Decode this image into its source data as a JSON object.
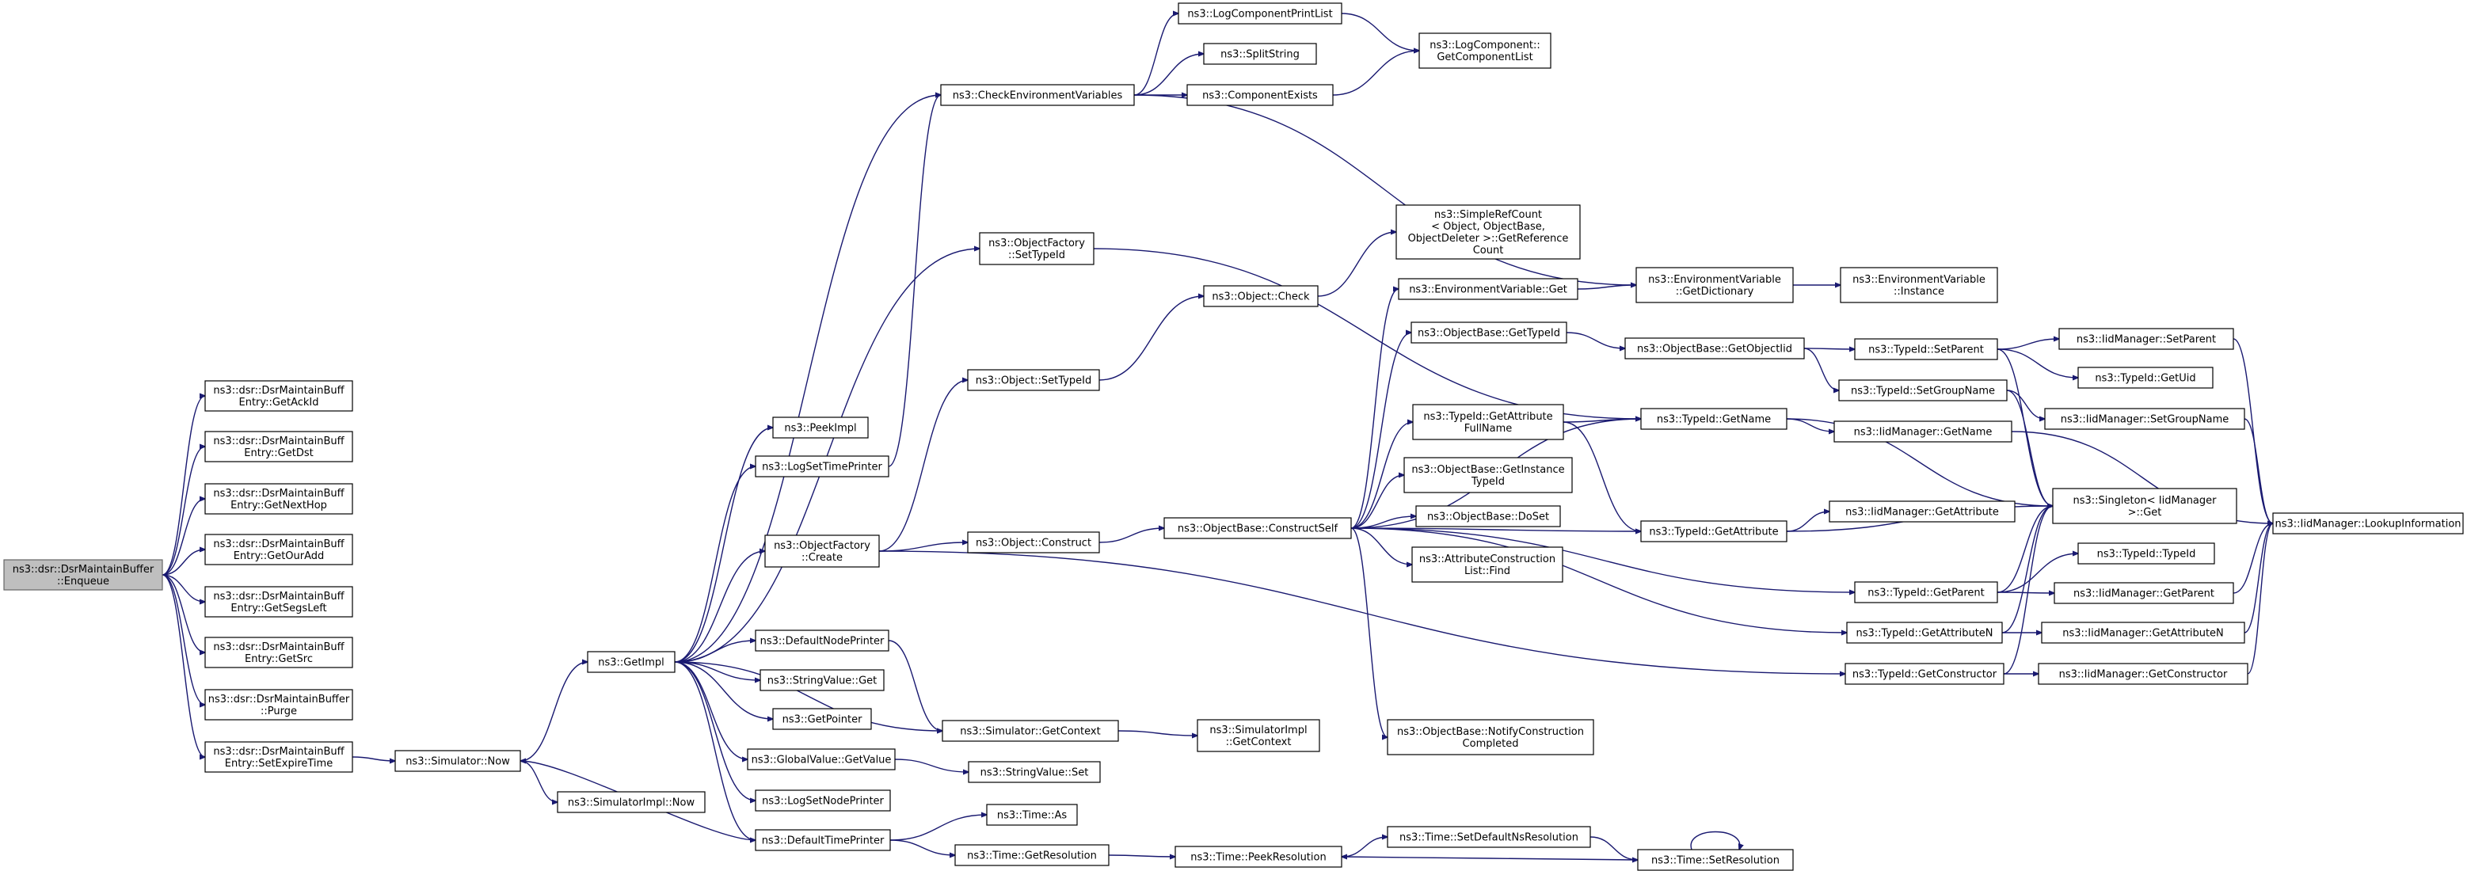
{
  "colors": {
    "edge": "#191970",
    "root_fill": "#bfbfbf",
    "node_fill": "#ffffff",
    "node_border": "#000000"
  },
  "nodes": [
    {
      "id": "enqueue",
      "root": true,
      "lines": [
        "ns3::dsr::DsrMaintainBuffer",
        "::Enqueue"
      ]
    },
    {
      "id": "getackid",
      "lines": [
        "ns3::dsr::DsrMaintainBuff",
        "Entry::GetAckId"
      ]
    },
    {
      "id": "getdst",
      "lines": [
        "ns3::dsr::DsrMaintainBuff",
        "Entry::GetDst"
      ]
    },
    {
      "id": "getnexthop",
      "lines": [
        "ns3::dsr::DsrMaintainBuff",
        "Entry::GetNextHop"
      ]
    },
    {
      "id": "getouradd",
      "lines": [
        "ns3::dsr::DsrMaintainBuff",
        "Entry::GetOurAdd"
      ]
    },
    {
      "id": "getsegsleft",
      "lines": [
        "ns3::dsr::DsrMaintainBuff",
        "Entry::GetSegsLeft"
      ]
    },
    {
      "id": "getsrc",
      "lines": [
        "ns3::dsr::DsrMaintainBuff",
        "Entry::GetSrc"
      ]
    },
    {
      "id": "purge",
      "lines": [
        "ns3::dsr::DsrMaintainBuffer",
        "::Purge"
      ]
    },
    {
      "id": "setexpiretime",
      "lines": [
        "ns3::dsr::DsrMaintainBuff",
        "Entry::SetExpireTime"
      ]
    },
    {
      "id": "simnow",
      "lines": [
        "ns3::Simulator::Now"
      ]
    },
    {
      "id": "getimpl",
      "lines": [
        "ns3::GetImpl"
      ]
    },
    {
      "id": "simimplnow",
      "lines": [
        "ns3::SimulatorImpl::Now"
      ]
    },
    {
      "id": "peekimpl",
      "lines": [
        "ns3::PeekImpl"
      ]
    },
    {
      "id": "logsettimeprinter",
      "lines": [
        "ns3::LogSetTimePrinter"
      ]
    },
    {
      "id": "ofcreate",
      "lines": [
        "ns3::ObjectFactory",
        "::Create"
      ]
    },
    {
      "id": "defaultnodeprinter",
      "lines": [
        "ns3::DefaultNodePrinter"
      ]
    },
    {
      "id": "stringvalueget",
      "lines": [
        "ns3::StringValue::Get"
      ]
    },
    {
      "id": "getpointer",
      "lines": [
        "ns3::GetPointer"
      ]
    },
    {
      "id": "globalvaluegetvalue",
      "lines": [
        "ns3::GlobalValue::GetValue"
      ]
    },
    {
      "id": "logsetnodeprinter",
      "lines": [
        "ns3::LogSetNodePrinter"
      ]
    },
    {
      "id": "defaulttimeprinter",
      "lines": [
        "ns3::DefaultTimePrinter"
      ]
    },
    {
      "id": "checkenv",
      "lines": [
        "ns3::CheckEnvironmentVariables"
      ]
    },
    {
      "id": "ofsettypeid",
      "lines": [
        "ns3::ObjectFactory",
        "::SetTypeId"
      ]
    },
    {
      "id": "objsettypeid",
      "lines": [
        "ns3::Object::SetTypeId"
      ]
    },
    {
      "id": "objconstruct",
      "lines": [
        "ns3::Object::Construct"
      ]
    },
    {
      "id": "simgetcontext",
      "lines": [
        "ns3::Simulator::GetContext"
      ]
    },
    {
      "id": "stringvalueset",
      "lines": [
        "ns3::StringValue::Set"
      ]
    },
    {
      "id": "timeas",
      "lines": [
        "ns3::Time::As"
      ]
    },
    {
      "id": "timegetres",
      "lines": [
        "ns3::Time::GetResolution"
      ]
    },
    {
      "id": "logcompprintlist",
      "lines": [
        "ns3::LogComponentPrintList"
      ]
    },
    {
      "id": "splitstring",
      "lines": [
        "ns3::SplitString"
      ]
    },
    {
      "id": "componentexists",
      "lines": [
        "ns3::ComponentExists"
      ]
    },
    {
      "id": "objcheck",
      "lines": [
        "ns3::Object::Check"
      ]
    },
    {
      "id": "obconstructself",
      "lines": [
        "ns3::ObjectBase::ConstructSelf"
      ]
    },
    {
      "id": "simimplgetcontext",
      "lines": [
        "ns3::SimulatorImpl",
        "::GetContext"
      ]
    },
    {
      "id": "timepeekres",
      "lines": [
        "ns3::Time::PeekResolution"
      ]
    },
    {
      "id": "logcompgetlist",
      "lines": [
        "ns3::LogComponent::",
        "GetComponentList"
      ]
    },
    {
      "id": "simplerefcount",
      "lines": [
        "ns3::SimpleRefCount",
        "< Object, ObjectBase,",
        "ObjectDeleter >::GetReference",
        "Count"
      ]
    },
    {
      "id": "envvarget",
      "lines": [
        "ns3::EnvironmentVariable::Get"
      ]
    },
    {
      "id": "obgettypeid",
      "lines": [
        "ns3::ObjectBase::GetTypeId"
      ]
    },
    {
      "id": "tidgetattrfullname",
      "lines": [
        "ns3::TypeId::GetAttribute",
        "FullName"
      ]
    },
    {
      "id": "obgetinstancetypeid",
      "lines": [
        "ns3::ObjectBase::GetInstance",
        "TypeId"
      ]
    },
    {
      "id": "obdoset",
      "lines": [
        "ns3::ObjectBase::DoSet"
      ]
    },
    {
      "id": "attrconstructlistfind",
      "lines": [
        "ns3::AttributeConstruction",
        "List::Find"
      ]
    },
    {
      "id": "obnotifyconstruction",
      "lines": [
        "ns3::ObjectBase::NotifyConstruction",
        "Completed"
      ]
    },
    {
      "id": "timesetdefaultnsres",
      "lines": [
        "ns3::Time::SetDefaultNsResolution"
      ]
    },
    {
      "id": "envvargetdict",
      "lines": [
        "ns3::EnvironmentVariable",
        "::GetDictionary"
      ]
    },
    {
      "id": "obgetobjectiid",
      "lines": [
        "ns3::ObjectBase::GetObjectIid"
      ]
    },
    {
      "id": "tidgetname",
      "lines": [
        "ns3::TypeId::GetName"
      ]
    },
    {
      "id": "tidgetattribute",
      "lines": [
        "ns3::TypeId::GetAttribute"
      ]
    },
    {
      "id": "envvarinstance",
      "lines": [
        "ns3::EnvironmentVariable",
        "::Instance"
      ]
    },
    {
      "id": "tidsetparent",
      "lines": [
        "ns3::TypeId::SetParent"
      ]
    },
    {
      "id": "tidsetgroupname",
      "lines": [
        "ns3::TypeId::SetGroupName"
      ]
    },
    {
      "id": "iidgetname",
      "lines": [
        "ns3::IidManager::GetName"
      ]
    },
    {
      "id": "iidgetattribute",
      "lines": [
        "ns3::IidManager::GetAttribute"
      ]
    },
    {
      "id": "tidgetparent",
      "lines": [
        "ns3::TypeId::GetParent"
      ]
    },
    {
      "id": "tidgetattributen",
      "lines": [
        "ns3::TypeId::GetAttributeN"
      ]
    },
    {
      "id": "tidgetconstructor",
      "lines": [
        "ns3::TypeId::GetConstructor"
      ]
    },
    {
      "id": "timesetres",
      "lines": [
        "ns3::Time::SetResolution"
      ]
    },
    {
      "id": "iidsetparent",
      "lines": [
        "ns3::IidManager::SetParent"
      ]
    },
    {
      "id": "tidgetuid",
      "lines": [
        "ns3::TypeId::GetUid"
      ]
    },
    {
      "id": "iidsetgroupname",
      "lines": [
        "ns3::IidManager::SetGroupName"
      ]
    },
    {
      "id": "singletonget",
      "lines": [
        "ns3::Singleton< IidManager",
        " >::Get"
      ]
    },
    {
      "id": "tidtypeid",
      "lines": [
        "ns3::TypeId::TypeId"
      ]
    },
    {
      "id": "iidgetparent",
      "lines": [
        "ns3::IidManager::GetParent"
      ]
    },
    {
      "id": "iidgetattributen",
      "lines": [
        "ns3::IidManager::GetAttributeN"
      ]
    },
    {
      "id": "iidgetconstructor",
      "lines": [
        "ns3::IidManager::GetConstructor"
      ]
    },
    {
      "id": "iidlookupinfo",
      "lines": [
        "ns3::IidManager::LookupInformation"
      ]
    }
  ],
  "edges": [
    [
      "enqueue",
      "getackid"
    ],
    [
      "enqueue",
      "getdst"
    ],
    [
      "enqueue",
      "getnexthop"
    ],
    [
      "enqueue",
      "getouradd"
    ],
    [
      "enqueue",
      "getsegsleft"
    ],
    [
      "enqueue",
      "getsrc"
    ],
    [
      "enqueue",
      "purge"
    ],
    [
      "enqueue",
      "setexpiretime"
    ],
    [
      "setexpiretime",
      "simnow"
    ],
    [
      "simnow",
      "getimpl"
    ],
    [
      "simnow",
      "simimplnow"
    ],
    [
      "getimpl",
      "peekimpl"
    ],
    [
      "getimpl",
      "logsettimeprinter"
    ],
    [
      "getimpl",
      "ofcreate"
    ],
    [
      "getimpl",
      "defaultnodeprinter"
    ],
    [
      "getimpl",
      "stringvalueget"
    ],
    [
      "getimpl",
      "getpointer"
    ],
    [
      "getimpl",
      "globalvaluegetvalue"
    ],
    [
      "getimpl",
      "logsetnodeprinter"
    ],
    [
      "getimpl",
      "defaulttimeprinter"
    ],
    [
      "getimpl",
      "checkenv"
    ],
    [
      "getimpl",
      "ofsettypeid"
    ],
    [
      "getimpl",
      "simgetcontext"
    ],
    [
      "logsettimeprinter",
      "checkenv"
    ],
    [
      "ofcreate",
      "objsettypeid"
    ],
    [
      "ofcreate",
      "objconstruct"
    ],
    [
      "ofcreate",
      "tidgetconstructor"
    ],
    [
      "defaultnodeprinter",
      "simgetcontext"
    ],
    [
      "globalvaluegetvalue",
      "stringvalueset"
    ],
    [
      "defaulttimeprinter",
      "simnow"
    ],
    [
      "defaulttimeprinter",
      "timeas"
    ],
    [
      "defaulttimeprinter",
      "timegetres"
    ],
    [
      "checkenv",
      "logcompprintlist"
    ],
    [
      "checkenv",
      "splitstring"
    ],
    [
      "checkenv",
      "componentexists"
    ],
    [
      "checkenv",
      "envvargetdict"
    ],
    [
      "ofsettypeid",
      "tidgetname"
    ],
    [
      "objsettypeid",
      "objcheck"
    ],
    [
      "objconstruct",
      "obconstructself"
    ],
    [
      "simgetcontext",
      "simimplgetcontext"
    ],
    [
      "timegetres",
      "timepeekres"
    ],
    [
      "logcompprintlist",
      "logcompgetlist"
    ],
    [
      "componentexists",
      "logcompgetlist"
    ],
    [
      "objcheck",
      "simplerefcount"
    ],
    [
      "obconstructself",
      "envvarget"
    ],
    [
      "obconstructself",
      "obgettypeid"
    ],
    [
      "obconstructself",
      "tidgetattrfullname"
    ],
    [
      "obconstructself",
      "obgetinstancetypeid"
    ],
    [
      "obconstructself",
      "obdoset"
    ],
    [
      "obconstructself",
      "attrconstructlistfind"
    ],
    [
      "obconstructself",
      "obnotifyconstruction"
    ],
    [
      "obconstructself",
      "tidgetname"
    ],
    [
      "obconstructself",
      "tidgetattribute"
    ],
    [
      "obconstructself",
      "tidgetparent"
    ],
    [
      "obconstructself",
      "tidgetattributen"
    ],
    [
      "envvarget",
      "envvargetdict"
    ],
    [
      "obgettypeid",
      "obgetobjectiid"
    ],
    [
      "tidgetattrfullname",
      "tidgetname"
    ],
    [
      "tidgetattrfullname",
      "tidgetattribute"
    ],
    [
      "timepeekres",
      "timesetdefaultnsres"
    ],
    [
      "timesetdefaultnsres",
      "timesetres"
    ],
    [
      "timesetres",
      "timepeekres"
    ],
    [
      "timesetres",
      "timesetres"
    ],
    [
      "envvargetdict",
      "envvarinstance"
    ],
    [
      "obgetobjectiid",
      "tidsetparent"
    ],
    [
      "obgetobjectiid",
      "tidsetgroupname"
    ],
    [
      "tidgetname",
      "iidgetname"
    ],
    [
      "tidgetname",
      "singletonget"
    ],
    [
      "tidgetattribute",
      "iidgetattribute"
    ],
    [
      "tidgetattribute",
      "singletonget"
    ],
    [
      "tidsetparent",
      "iidsetparent"
    ],
    [
      "tidsetparent",
      "tidgetuid"
    ],
    [
      "tidsetparent",
      "singletonget"
    ],
    [
      "tidsetgroupname",
      "iidsetgroupname"
    ],
    [
      "tidsetgroupname",
      "singletonget"
    ],
    [
      "iidgetname",
      "iidlookupinfo"
    ],
    [
      "tidgetparent",
      "singletonget"
    ],
    [
      "tidgetparent",
      "tidtypeid"
    ],
    [
      "tidgetparent",
      "iidgetparent"
    ],
    [
      "tidgetattributen",
      "singletonget"
    ],
    [
      "tidgetattributen",
      "iidgetattributen"
    ],
    [
      "tidgetconstructor",
      "singletonget"
    ],
    [
      "tidgetconstructor",
      "iidgetconstructor"
    ],
    [
      "iidsetparent",
      "iidlookupinfo"
    ],
    [
      "iidsetgroupname",
      "iidlookupinfo"
    ],
    [
      "iidgetparent",
      "iidlookupinfo"
    ],
    [
      "iidgetattributen",
      "iidlookupinfo"
    ],
    [
      "iidgetconstructor",
      "iidlookupinfo"
    ]
  ]
}
